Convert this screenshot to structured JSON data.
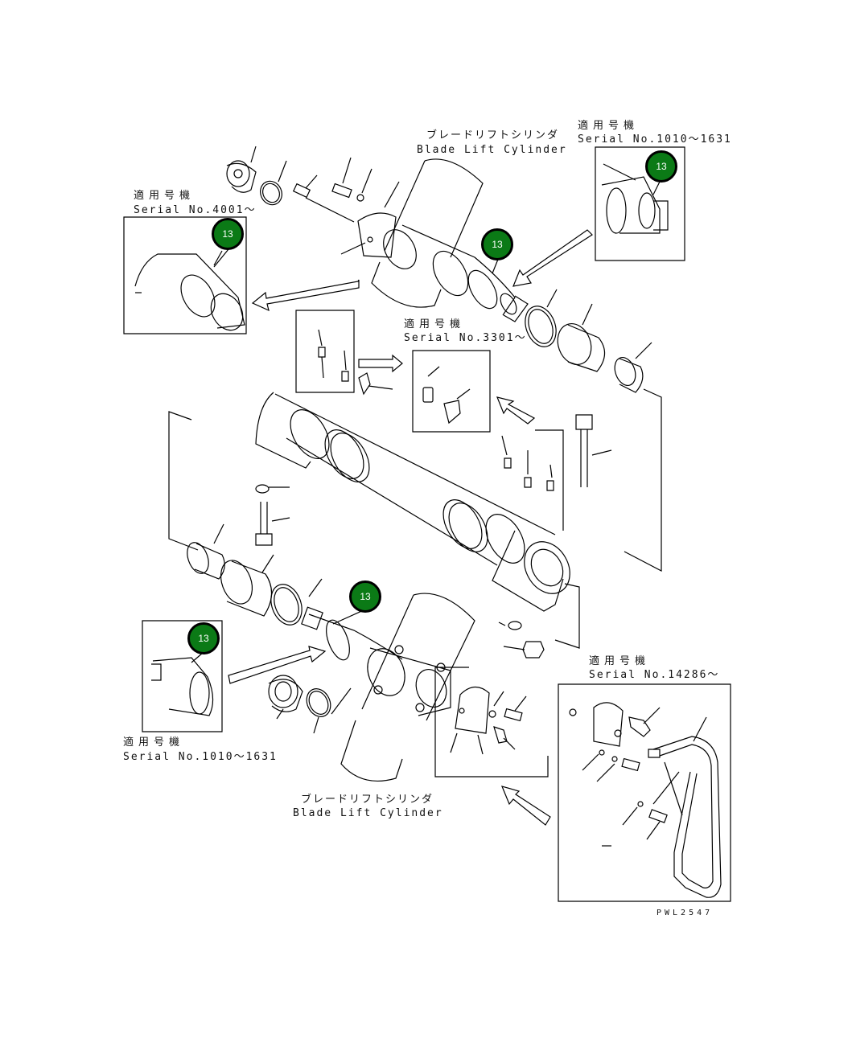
{
  "labels": {
    "top_cyl_jp": "ブレードリフトシリンダ",
    "top_cyl_en": "Blade Lift Cylinder",
    "bot_cyl_jp": "ブレードリフトシリンダ",
    "bot_cyl_en": "Blade Lift Cylinder",
    "apply_jp": "適用号機",
    "serial_4001": "Serial No.4001～",
    "serial_1010_top": "Serial No.1010～1631",
    "serial_3301": "Serial No.3301～",
    "serial_1010_bot": "Serial No.1010～1631",
    "serial_14286": "Serial No.14286～",
    "drawing_code": "PWL2547"
  },
  "callouts": [
    {
      "number": "13"
    },
    {
      "number": "13"
    },
    {
      "number": "13"
    },
    {
      "number": "13"
    },
    {
      "number": "13"
    }
  ],
  "colors": {
    "callout_fill": "#0b7a16",
    "line": "#000000"
  }
}
